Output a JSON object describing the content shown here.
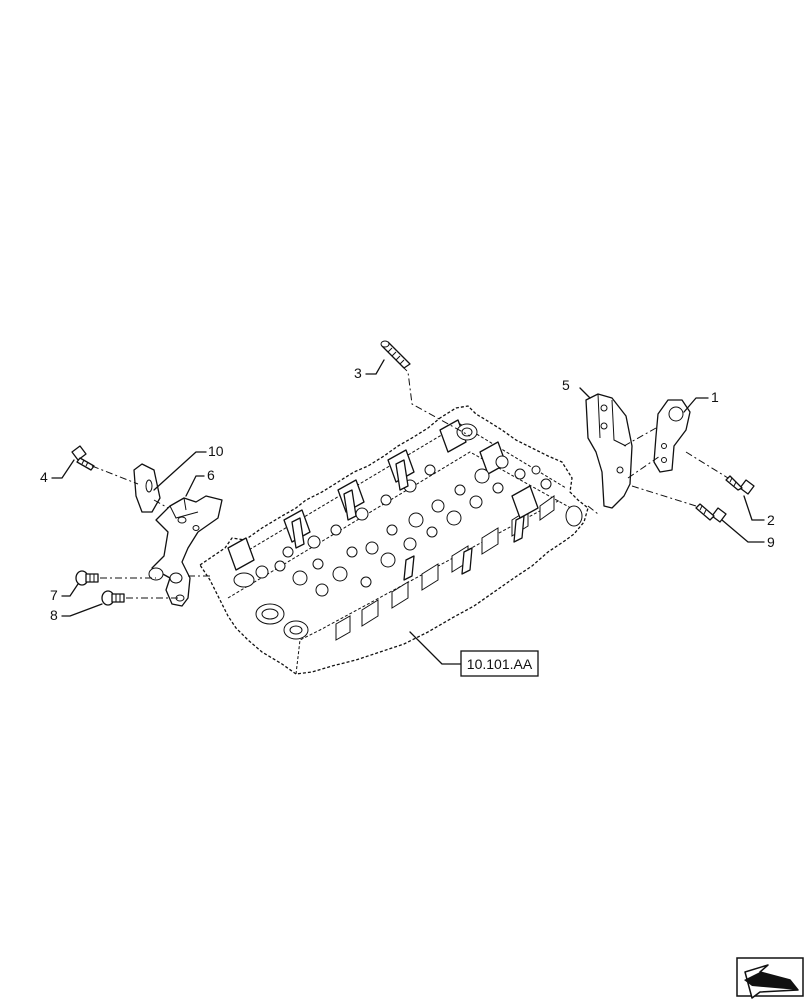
{
  "callouts": {
    "c1": "1",
    "c2": "2",
    "c3": "3",
    "c4": "4",
    "c5": "5",
    "c6": "6",
    "c7": "7",
    "c8": "8",
    "c9": "9",
    "c10": "10"
  },
  "reference": {
    "label": "10.101.AA"
  },
  "nav_icon": "arrow-icon"
}
